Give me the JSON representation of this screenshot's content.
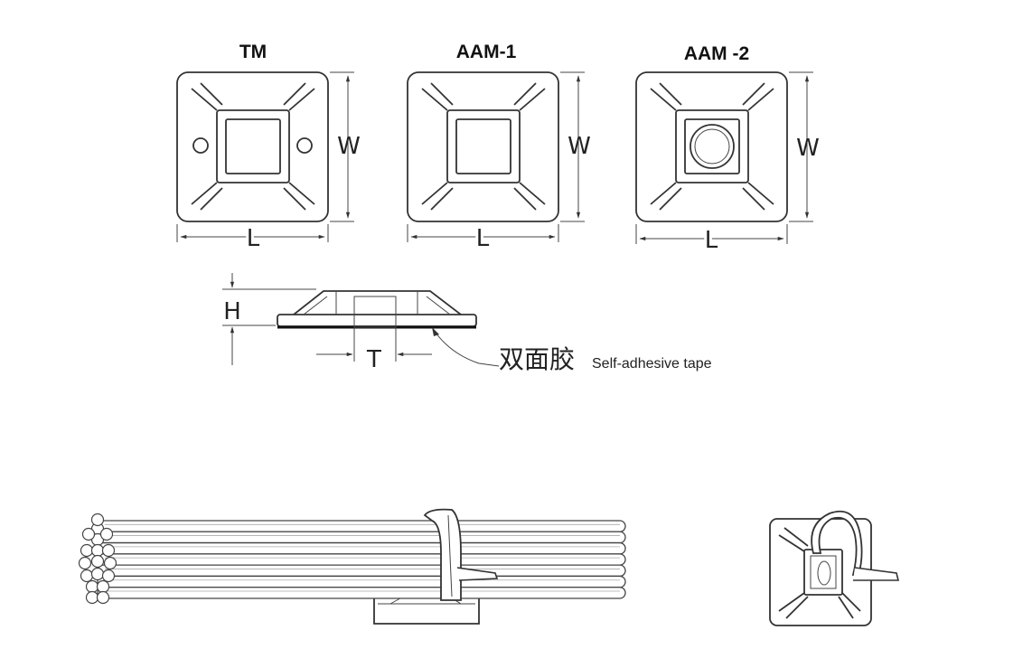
{
  "models": [
    {
      "title": "TM",
      "width_label": "W",
      "length_label": "L"
    },
    {
      "title": "AAM-1",
      "width_label": "W",
      "length_label": "L"
    },
    {
      "title": "AAM -2",
      "width_label": "W",
      "length_label": "L"
    }
  ],
  "side_view": {
    "height_label": "H",
    "thickness_label": "T",
    "tape_label_cn": "双面胶",
    "tape_label_en": "Self-adhesive tape"
  }
}
